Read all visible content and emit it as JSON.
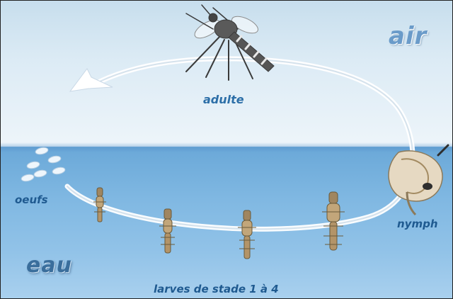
{
  "zones": {
    "air": "air",
    "water": "eau"
  },
  "stages": {
    "adult": "adulte",
    "eggs": "oeufs",
    "nymph": "nymph",
    "larvae": "larves de stade 1 à 4"
  },
  "icons": [
    "mosquito-adult-icon",
    "eggs-icon",
    "larva-icon",
    "pupa-icon",
    "cycle-arrowhead-icon"
  ],
  "colors": {
    "air_sky": "#dcebf5",
    "water": "#80b8e2",
    "label_blue": "#1f5a90"
  }
}
